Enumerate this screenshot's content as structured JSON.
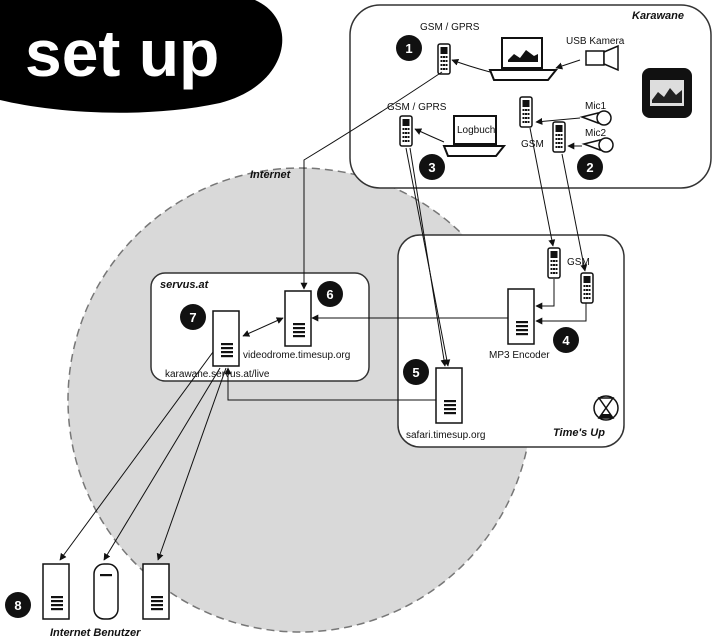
{
  "title": "set up",
  "groups": {
    "karawane": "Karawane",
    "internet": "Internet",
    "servus": "servus.at",
    "timesup": "Time's Up",
    "users": "Internet Benutzer"
  },
  "labels": {
    "gsm_gprs_1": "GSM / GPRS",
    "gsm_gprs_2": "GSM / GPRS",
    "usb_kamera": "USB Kamera",
    "logbuch": "Logbuch",
    "mic1": "Mic1",
    "mic2": "Mic2",
    "gsm_1": "GSM",
    "gsm_2": "GSM",
    "mp3_encoder": "MP3 Encoder",
    "videodrome": "videodrome.timesup.org",
    "karawane_live": "karawane.servus.at/live",
    "safari": "safari.timesup.org"
  },
  "steps": [
    "1",
    "2",
    "3",
    "4",
    "5",
    "6",
    "7",
    "8"
  ],
  "colors": {
    "title_bg": "#000000",
    "internet_fill": "#d9d9d9",
    "box_stroke": "#333333"
  }
}
